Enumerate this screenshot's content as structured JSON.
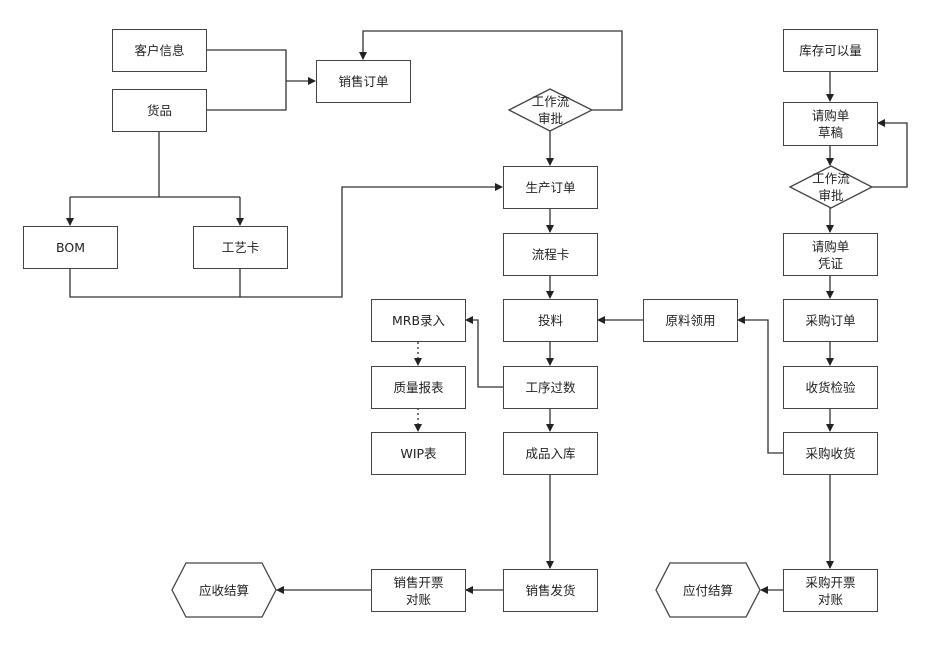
{
  "nodes": {
    "customer_info": "客户信息",
    "goods": "货品",
    "sales_order": "销售订单",
    "bom": "BOM",
    "process_card_craft": "工艺卡",
    "workflow_approval_1": "工作流\n审批",
    "production_order": "生产订单",
    "flow_card": "流程卡",
    "feeding": "投料",
    "mrb_entry": "MRB录入",
    "quality_report": "质量报表",
    "wip_table": "WIP表",
    "process_count": "工序过数",
    "finished_storage": "成品入库",
    "sales_delivery": "销售发货",
    "sales_invoice": "销售开票\n对账",
    "receivable_settlement": "应收结算",
    "material_requisition": "原料领用",
    "inventory_available": "库存可以量",
    "purchase_request_draft": "请购单\n草稿",
    "workflow_approval_2": "工作流\n审批",
    "purchase_request_voucher": "请购单\n凭证",
    "purchase_order": "采购订单",
    "receiving_inspection": "收货检验",
    "purchase_receipt": "采购收货",
    "purchase_invoice": "采购开票\n对账",
    "payable_settlement": "应付结算"
  },
  "colors": {
    "stroke": "#444444",
    "text": "#222222",
    "background": "#ffffff"
  }
}
